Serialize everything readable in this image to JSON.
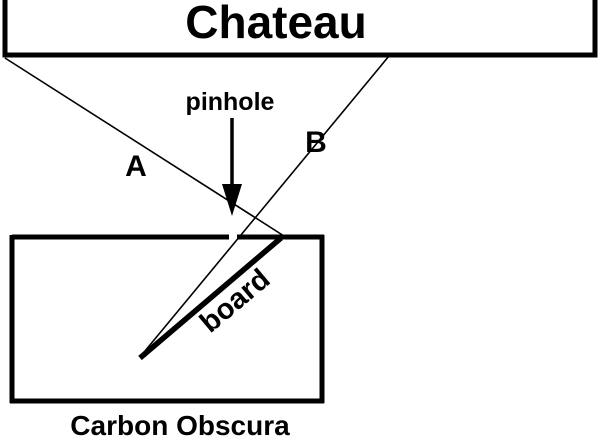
{
  "diagram": {
    "title": "Chateau",
    "pinhole_label": "pinhole",
    "ray_a_label": "A",
    "ray_b_label": "B",
    "board_label": "board",
    "caption": "Carbon Obscura"
  },
  "colors": {
    "stroke": "#000000",
    "background": "#ffffff"
  }
}
